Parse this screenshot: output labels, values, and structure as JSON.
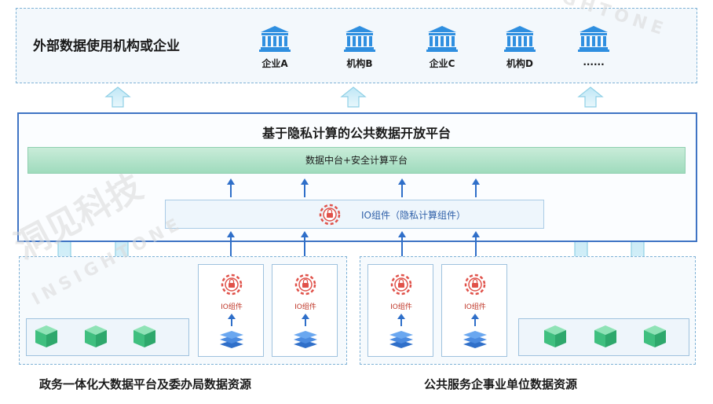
{
  "top": {
    "title": "外部数据使用机构或企业",
    "orgs": [
      {
        "label": "企业A",
        "icon": "bank-icon"
      },
      {
        "label": "机构B",
        "icon": "bank-icon"
      },
      {
        "label": "企业C",
        "icon": "bank-icon"
      },
      {
        "label": "机构D",
        "icon": "bank-icon"
      },
      {
        "label": "......",
        "icon": "bank-icon"
      }
    ]
  },
  "platform": {
    "title": "基于隐私计算的公共数据开放平台",
    "data_middle_bar": "数据中台+安全计算平台",
    "io_bar": "IO组件（隐私计算组件）"
  },
  "sources": {
    "left_label": "政务一体化大数据平台及委办局数据资源",
    "right_label": "公共服务企事业单位数据资源",
    "io_card_label": "IO组件"
  },
  "watermark": {
    "cn": "洞见科技",
    "en": "INSIGHTONE"
  },
  "colors": {
    "accent_blue": "#3f74c4",
    "bank_blue": "#2f8fe0",
    "green_bar": "#9fdbbd",
    "cube_green": "#4cc48a",
    "arrow_cyan": "#9ad8ee",
    "io_red": "#e0524a"
  }
}
